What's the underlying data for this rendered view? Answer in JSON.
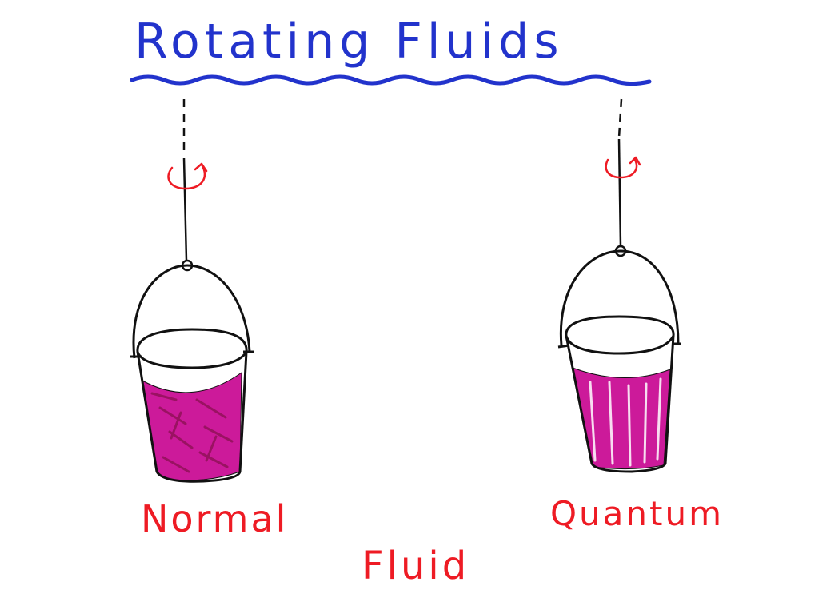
{
  "title": "Rotating Fluids",
  "labels": {
    "left_bucket": "Normal",
    "right_bucket": "Quantum",
    "shared": "Fluid"
  },
  "colors": {
    "title_ink": "#2233cc",
    "label_ink": "#ee1b24",
    "rotation_arrow": "#ee1b24",
    "fluid": "#cc1a9a",
    "fluid_dark": "#8a1050",
    "outline": "#111111"
  },
  "icons": {
    "left_rotation": "rotation-arrow-icon",
    "right_rotation": "rotation-arrow-icon"
  }
}
